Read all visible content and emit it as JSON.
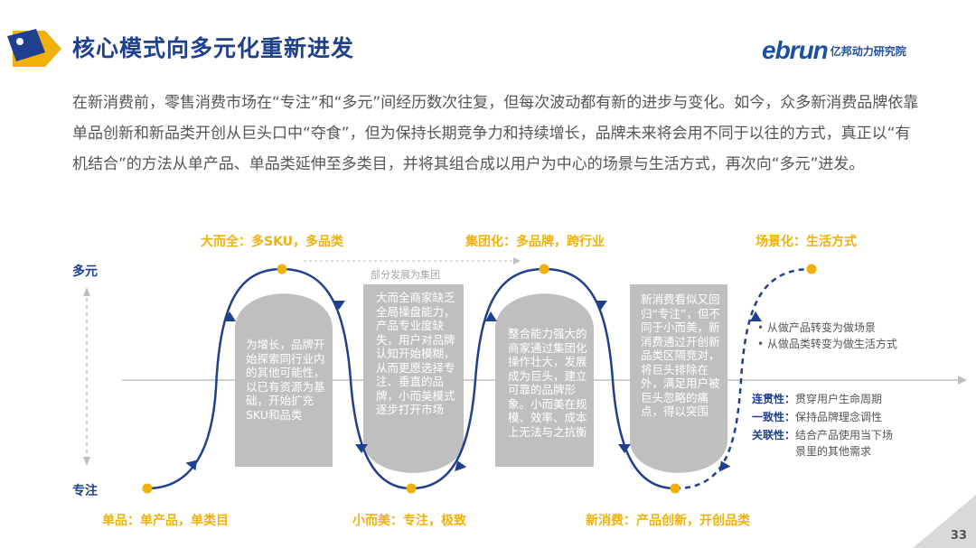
{
  "header": {
    "title": "核心模式向多元化重新进发",
    "logo_main": "ebrun",
    "logo_sub": "亿邦动力研究院"
  },
  "intro": "在新消费前，零售消费市场在“专注”和“多元”间经历数次往复，但每次波动都有新的进步与变化。如今，众多新消费品牌依靠单品创新和新品类开创从巨头口中“夺食”，但为保持长期竞争力和持续增长，品牌未来将会用不同于以往的方式，真正以“有机结合”的方法从单产品、单品类延伸至多类目，并将其组合成以用户为中心的场景与生活方式，再次向“多元”进发。",
  "axis": {
    "top": "多元",
    "bottom": "专注"
  },
  "top_labels": [
    "大而全：多SKU，多品类",
    "集团化：多品牌，跨行业",
    "场景化：生活方式"
  ],
  "bottom_labels": [
    "单品：单产品，单类目",
    "小而美：专注，极致",
    "新消费：产品创新，开创品类"
  ],
  "note": "部分发展为集团",
  "boxes": [
    "为增长，品牌开始探索同行业内的其他可能性，以已有资源为基础，开始扩充SKU和品类",
    "大而全商家缺乏全局操盘能力，产品专业度缺失，用户对品牌认知开始模糊，从而更愿选择专注、垂直的品牌，小而美模式逐步打开市场",
    "整合能力强大的商家通过集团化操作壮大，发展成为巨头，建立可靠的品牌形象。小而美在规模、效率、成本上无法与之抗衡",
    "新消费看似又回归“专注”，但不同于小而美，新消费通过开创新品类区隔竞对，将巨头排除在外，满足用户被巨头忽略的痛点，得以突围"
  ],
  "right_bullets": [
    "从做产品转变为做场景",
    "从做品类转变为做生活方式"
  ],
  "right_props": [
    {
      "key": "连贯性：",
      "value": "贯穿用户生命周期"
    },
    {
      "key": "一致性：",
      "value": "保持品牌理念调性"
    },
    {
      "key": "关联性：",
      "value": "结合产品使用当下场景里的其他需求"
    }
  ],
  "page_number": "33",
  "colors": {
    "title": "#1f3f8f",
    "accent": "#f2b10a",
    "curve": "#1f3f8f",
    "box": "#bfbfbf",
    "icon": "#f2b10a"
  },
  "icons": [
    "tag-icon"
  ]
}
